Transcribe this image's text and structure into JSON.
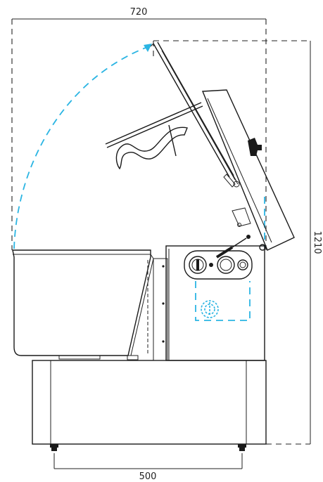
{
  "dimensions": {
    "top_width": "720",
    "total_height": "1210",
    "foot_spacing": "500"
  },
  "colors": {
    "line": "#1a1a1a",
    "motion_arc": "#2bb5e3",
    "background": "#ffffff"
  }
}
